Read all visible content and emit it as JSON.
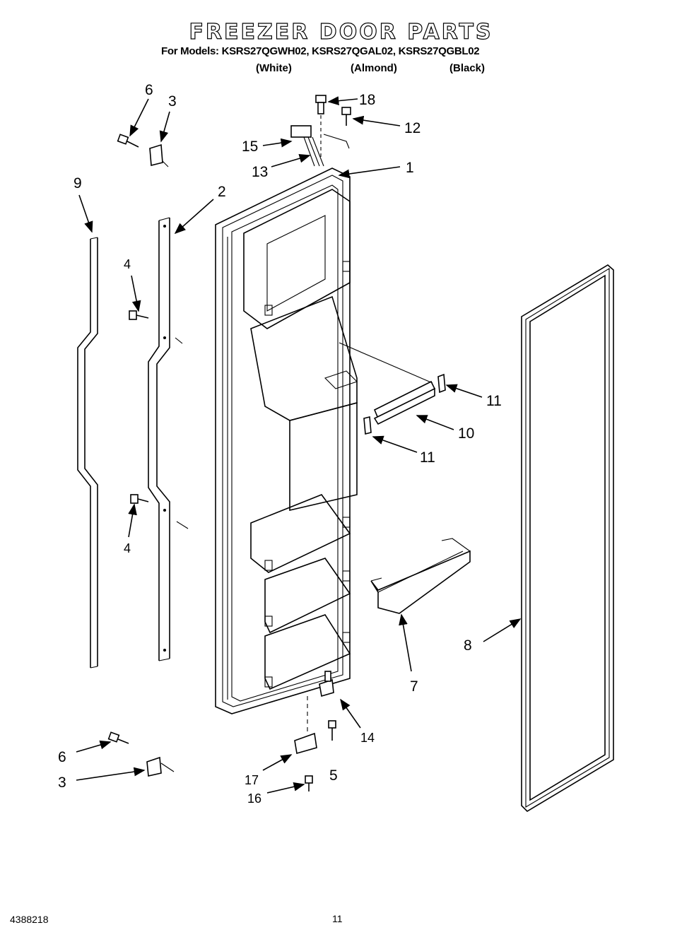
{
  "header": {
    "title": "FREEZER DOOR PARTS",
    "models_line": "For Models: KSRS27QGWH02, KSRS27QGAL02, KSRS27QGBL02",
    "variant_white": "(White)",
    "variant_almond": "(Almond)",
    "variant_black": "(Black)"
  },
  "callouts": {
    "c1": "1",
    "c2": "2",
    "c3a": "3",
    "c3b": "3",
    "c4a": "4",
    "c4b": "4",
    "c5": "5",
    "c6a": "6",
    "c6b": "6",
    "c7": "7",
    "c8": "8",
    "c9": "9",
    "c10": "10",
    "c11a": "11",
    "c11b": "11",
    "c12": "12",
    "c13": "13",
    "c14": "14",
    "c15": "15",
    "c16": "16",
    "c17": "17",
    "c18": "18"
  },
  "footer": {
    "doc_number": "4388218",
    "page_number": "11"
  }
}
